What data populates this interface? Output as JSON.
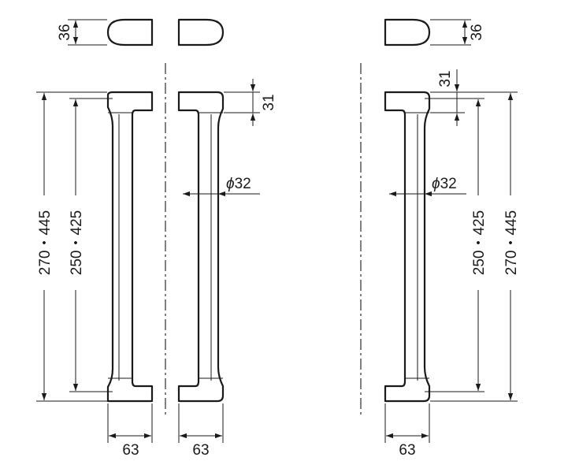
{
  "dimensions": {
    "cap_height": "36",
    "cap_step": "31",
    "diameter_symbol": "ϕ",
    "diameter_value": "32",
    "outer_length": "270・445",
    "inner_length": "250・425",
    "width": "63"
  }
}
